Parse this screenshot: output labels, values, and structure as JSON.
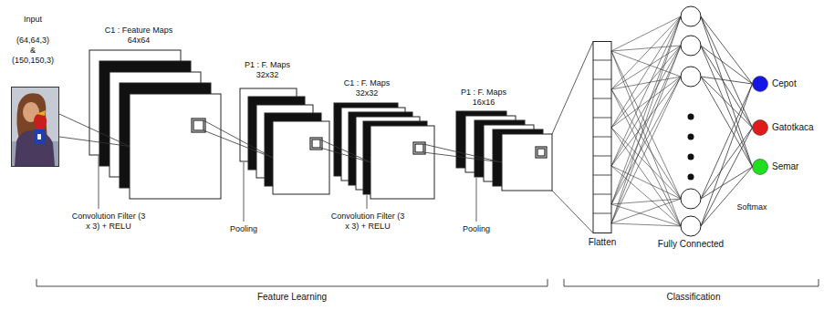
{
  "diagram": {
    "nodes": [
      {
        "text": [
          "Input",
          "(64,64,3)",
          "&",
          "(150,150,3)"
        ]
      },
      {
        "text": [
          "C1 : Feature Maps 64x64"
        ]
      },
      {
        "text": [
          "P1 : F. Maps 32x32"
        ]
      },
      {
        "text": [
          "C1 : F. Maps 32x32"
        ]
      },
      {
        "text": [
          "P1 : F. Maps 16x16"
        ]
      },
      {
        "text": [
          "Flatten"
        ]
      },
      {
        "text": [
          "Fully Connected"
        ]
      },
      {
        "text": [
          "Cepot"
        ]
      },
      {
        "text": [
          "Gatotkaca"
        ]
      },
      {
        "text": [
          "Semar"
        ]
      }
    ],
    "edges": [
      {
        "from": 0,
        "to": 1,
        "arrow": "none"
      },
      {
        "from": 1,
        "to": 2,
        "arrow": "none"
      },
      {
        "from": 2,
        "to": 3,
        "arrow": "none"
      },
      {
        "from": 3,
        "to": 4,
        "arrow": "none"
      },
      {
        "from": 4,
        "to": 5,
        "arrow": "none"
      },
      {
        "from": 5,
        "to": 6,
        "arrow": "none"
      },
      {
        "from": 6,
        "to": 7,
        "arrow": "none"
      },
      {
        "from": 6,
        "to": 8,
        "arrow": "none"
      },
      {
        "from": 6,
        "to": 9,
        "arrow": "none"
      }
    ],
    "labels": [
      "Convolution Filter (3 x 3) + RELU",
      "Pooling",
      "Convolution Filter (3 x 3) + RELU",
      "Pooling",
      "Softmax",
      "Feature Learning",
      "Classification"
    ]
  }
}
